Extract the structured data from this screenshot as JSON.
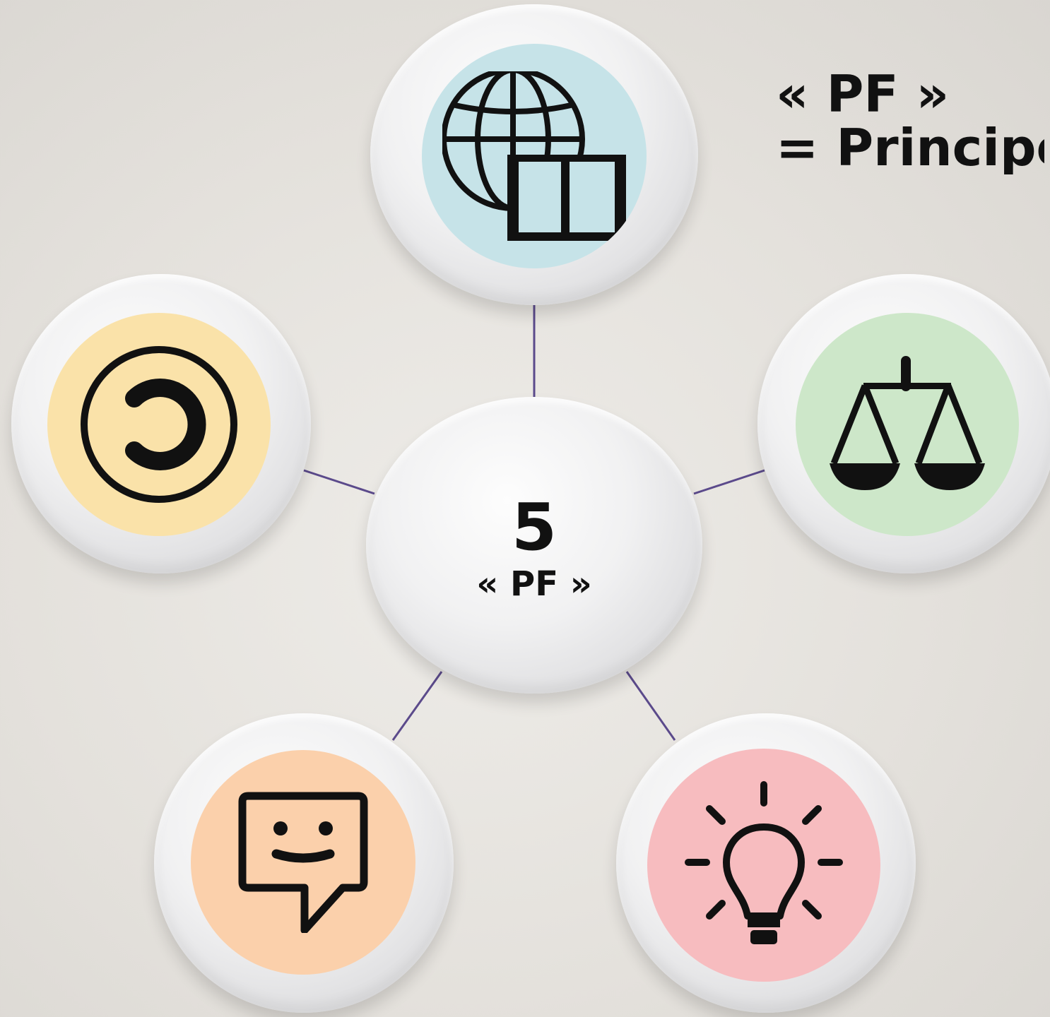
{
  "heading": {
    "line1": "« PF »",
    "line2": "= Principe"
  },
  "center": {
    "number": "5",
    "abbr": "« PF »"
  },
  "nodes": [
    {
      "id": "top",
      "icon": "globe-book-icon",
      "label_hidden": "",
      "fill": "#c6e3e8"
    },
    {
      "id": "left",
      "icon": "copyleft-icon",
      "fill": "#fae2a9"
    },
    {
      "id": "right",
      "icon": "scales-icon",
      "fill": "#cde7c9"
    },
    {
      "id": "bottom-left",
      "icon": "smiley-chat-icon",
      "fill": "#fbd0ab"
    },
    {
      "id": "bottom-right",
      "icon": "lightbulb-icon",
      "fill": "#f7bcbf"
    }
  ],
  "colors": {
    "connector": "#5b4a8b",
    "text": "#111111"
  }
}
